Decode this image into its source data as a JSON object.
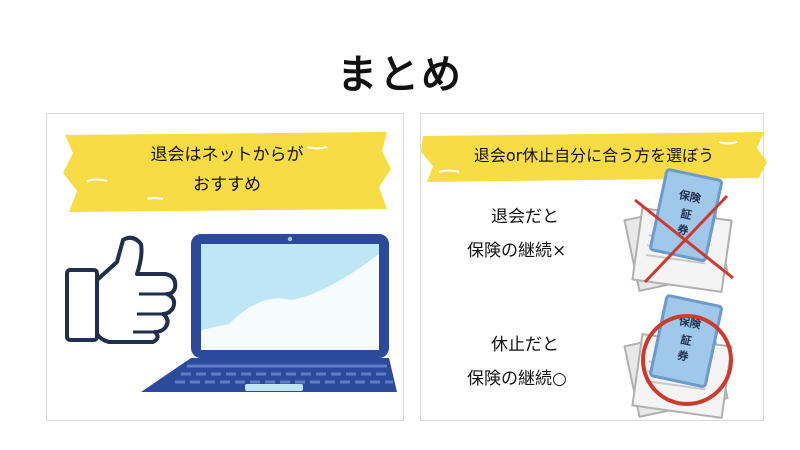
{
  "page": {
    "title": "まとめ"
  },
  "left_panel": {
    "heading_line1": "退会はネットからが",
    "heading_line2": "おすすめ",
    "illustration": [
      "thumbs-up-icon",
      "laptop-icon"
    ]
  },
  "right_panel": {
    "heading": "退会or休止自分に合う方を選ぼう",
    "item1_line1": "退会だと",
    "item1_line2": "保険の継続×",
    "item2_line1": "休止だと",
    "item2_line2": "保険の継続○",
    "card_text": "保険証券"
  },
  "colors": {
    "tape": "#f8dc45",
    "laptop": "#2c4a9c",
    "screen": "#bfe6f5",
    "card": "#9fc8ea",
    "mark": "#cc3b2e"
  }
}
